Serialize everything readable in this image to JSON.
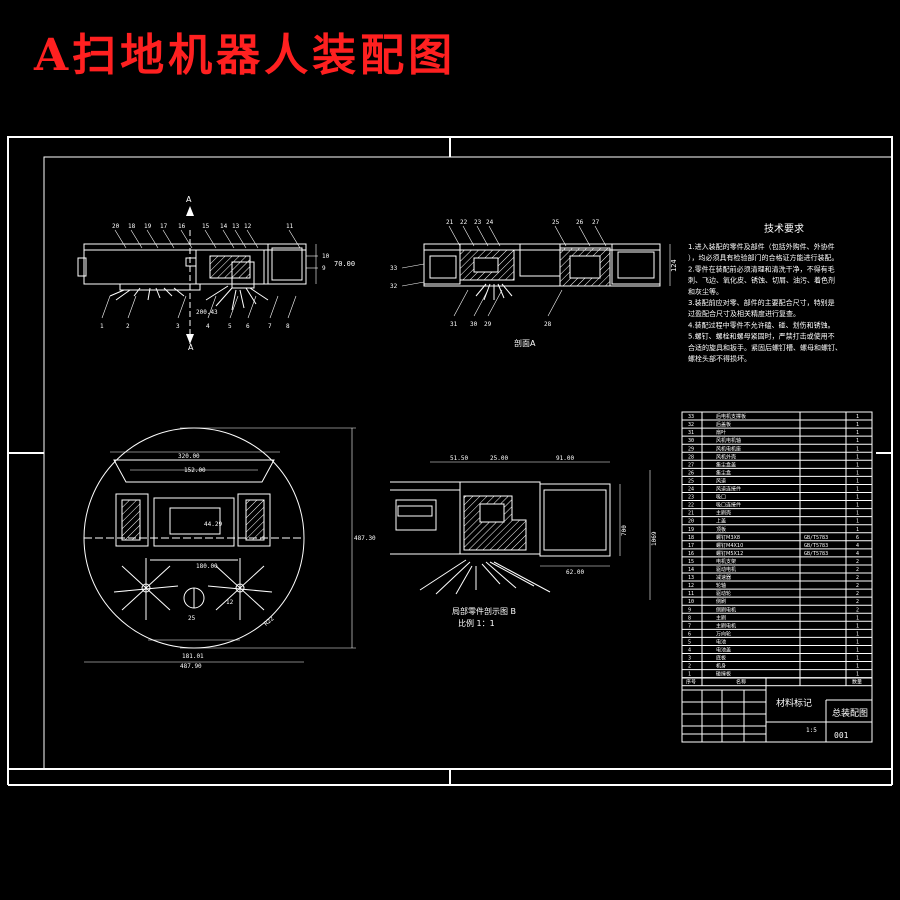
{
  "title": "A扫地机器人装配图",
  "tech_req": {
    "heading": "技术要求",
    "lines": [
      "1.进入装配的零件及部件（包括外购件、外协件",
      "），均必须具有检验部门的合格证方能进行装配。",
      "2.零件在装配前必须清理和清洗干净，不得有毛",
      "刺、飞边、氧化皮、锈蚀、切屑、油污、着色剂",
      "和灰尘等。",
      "3.装配前应对零、部件的主要配合尺寸，特别是",
      "过盈配合尺寸及相关精度进行复查。",
      "4.装配过程中零件不允许磕、碰、划伤和锈蚀。",
      "5.螺钉、螺栓和螺母紧固时，严禁打击或使用不",
      "合适的旋具和扳手。紧固后螺钉槽、螺母和螺钉、",
      "螺栓头部不得损坏。"
    ]
  },
  "view_labels": {
    "section_a": "剖面A",
    "partial_b": "局部零件剖示图 B",
    "scale": "比例 1：1",
    "section_marker": "A"
  },
  "callouts_front": {
    "top": [
      "20",
      "18",
      "19",
      "17",
      "16",
      "15",
      "14",
      "13",
      "12",
      "11"
    ],
    "right": [
      "10",
      "9"
    ],
    "bottom": [
      "1",
      "2",
      "3",
      "4",
      "5",
      "6",
      "7",
      "8"
    ]
  },
  "callouts_section": {
    "top": [
      "21",
      "22",
      "23",
      "24",
      "25",
      "26",
      "27"
    ],
    "left": [
      "33",
      "32"
    ],
    "bottom": [
      "31",
      "30",
      "29",
      "28"
    ]
  },
  "dimensions": {
    "front_height": "70.00",
    "front_small": "200.43",
    "section_height": "124",
    "top_width_inner": "320.00",
    "top_width_small": "152.00",
    "top_middle": "180.00",
    "top_bottom_inner": "181.01",
    "top_outer_width": "487.90",
    "top_height": "487.30",
    "top_inner": "44.29",
    "top_radius": "R22",
    "top_brush": "12",
    "top_center": "25",
    "detail_a": "51.50",
    "detail_b": "25.00",
    "detail_c": "91.00",
    "detail_bottom": "62.00",
    "detail_h1": "700",
    "detail_h2": "1069"
  },
  "bom": {
    "rows": [
      {
        "no": "33",
        "name": "后电机支撑板",
        "qty": "1"
      },
      {
        "no": "32",
        "name": "后盖板",
        "qty": "1"
      },
      {
        "no": "31",
        "name": "扇叶",
        "qty": "1"
      },
      {
        "no": "30",
        "name": "风机电机轴",
        "qty": "1"
      },
      {
        "no": "29",
        "name": "风机电机座",
        "qty": "1"
      },
      {
        "no": "28",
        "name": "风机外壳",
        "qty": "1"
      },
      {
        "no": "27",
        "name": "集尘盒盖",
        "qty": "1"
      },
      {
        "no": "26",
        "name": "集尘盒",
        "qty": "1"
      },
      {
        "no": "25",
        "name": "风道",
        "qty": "1"
      },
      {
        "no": "24",
        "name": "风道连接件",
        "qty": "1"
      },
      {
        "no": "23",
        "name": "吸口",
        "qty": "1"
      },
      {
        "no": "22",
        "name": "吸口连接件",
        "qty": "1"
      },
      {
        "no": "21",
        "name": "主刷壳",
        "qty": "1"
      },
      {
        "no": "20",
        "name": "上盖",
        "qty": "1"
      },
      {
        "no": "19",
        "name": "顶板",
        "qty": "1"
      },
      {
        "no": "18",
        "name": "螺钉M3X8",
        "qty": "6",
        "std": "GB/T5783"
      },
      {
        "no": "17",
        "name": "螺钉M4X10",
        "qty": "4",
        "std": "GB/T5783"
      },
      {
        "no": "16",
        "name": "螺钉M5X12",
        "qty": "4",
        "std": "GB/T5783"
      },
      {
        "no": "15",
        "name": "电机支架",
        "qty": "2"
      },
      {
        "no": "14",
        "name": "驱动电机",
        "qty": "2"
      },
      {
        "no": "13",
        "name": "减速器",
        "qty": "2"
      },
      {
        "no": "12",
        "name": "轮轴",
        "qty": "2"
      },
      {
        "no": "11",
        "name": "驱动轮",
        "qty": "2"
      },
      {
        "no": "10",
        "name": "侧刷",
        "qty": "2"
      },
      {
        "no": "9",
        "name": "侧刷电机",
        "qty": "2"
      },
      {
        "no": "8",
        "name": "主刷",
        "qty": "1"
      },
      {
        "no": "7",
        "name": "主刷电机",
        "qty": "1"
      },
      {
        "no": "6",
        "name": "万向轮",
        "qty": "1"
      },
      {
        "no": "5",
        "name": "电池",
        "qty": "1"
      },
      {
        "no": "4",
        "name": "电池盖",
        "qty": "1"
      },
      {
        "no": "3",
        "name": "底板",
        "qty": "1"
      },
      {
        "no": "2",
        "name": "机身",
        "qty": "1"
      },
      {
        "no": "1",
        "name": "碰撞板",
        "qty": "1"
      }
    ],
    "header": {
      "no": "序号",
      "name": "名称",
      "qty": "数量"
    }
  },
  "title_block": {
    "material": "材料标记",
    "drawing_name": "总装配图",
    "drawing_no": "001",
    "scale": "1:5"
  }
}
